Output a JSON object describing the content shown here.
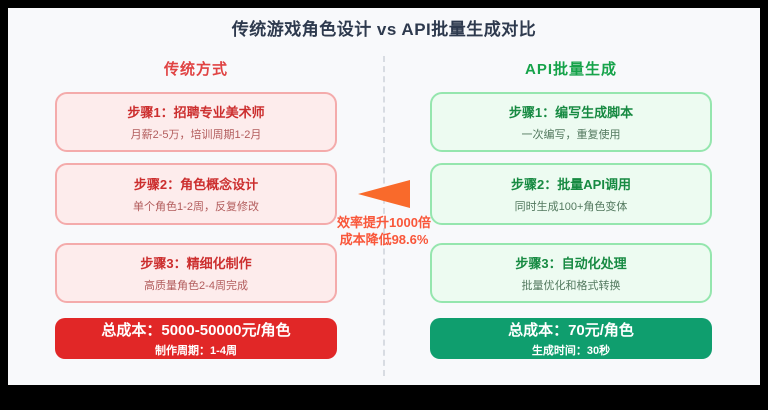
{
  "page": {
    "title": "传统游戏角色设计 vs API批量生成对比"
  },
  "center": {
    "arrow_icon": "left-triangle-arrow",
    "line1": "效率提升1000倍",
    "line2": "成本降低98.6%"
  },
  "columns": {
    "left": {
      "header": "传统方式",
      "steps": [
        {
          "title": "步骤1：招聘专业美术师",
          "subtitle": "月薪2-5万，培训周期1-2月"
        },
        {
          "title": "步骤2：角色概念设计",
          "subtitle": "单个角色1-2周，反复修改"
        },
        {
          "title": "步骤3：精细化制作",
          "subtitle": "高质量角色2-4周完成"
        }
      ],
      "total": {
        "line1": "总成本：5000-50000元/角色",
        "line2": "制作周期：1-4周"
      }
    },
    "right": {
      "header": "API批量生成",
      "steps": [
        {
          "title": "步骤1：编写生成脚本",
          "subtitle": "一次编写，重复使用"
        },
        {
          "title": "步骤2：批量API调用",
          "subtitle": "同时生成100+角色变体"
        },
        {
          "title": "步骤3：自动化处理",
          "subtitle": "批量优化和格式转换"
        }
      ],
      "total": {
        "line1": "总成本：70元/角色",
        "line2": "生成时间：30秒"
      }
    }
  },
  "colors": {
    "canvas_bg": "#f8f9fb",
    "frame_bg": "#000000",
    "title_text": "#2e3a4e",
    "red_accent": "#e04343",
    "red_box_bg": "#fdecec",
    "red_box_border": "#f4abab",
    "red_total_bg": "#e12727",
    "green_accent": "#16a34a",
    "green_box_bg": "#edfbf1",
    "green_box_border": "#95e6ae",
    "green_total_bg": "#0f9e6e",
    "arrow_orange": "#f96a2b",
    "callout_text": "#f9573a",
    "divider_gray": "#d8dce2"
  }
}
